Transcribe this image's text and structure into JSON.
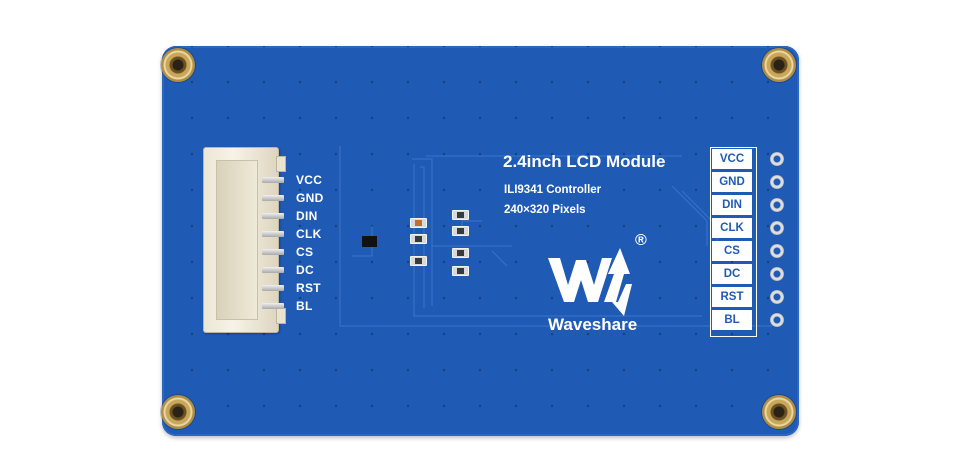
{
  "module": {
    "title": "2.4inch LCD Module",
    "controller": "ILI9341 Controller",
    "resolution": "240×320 Pixels",
    "brand": "Waveshare",
    "registered_mark": "®"
  },
  "connector_pins": [
    "VCC",
    "GND",
    "DIN",
    "CLK",
    "CS",
    "DC",
    "RST",
    "BL"
  ],
  "header_pins": [
    "VCC",
    "GND",
    "DIN",
    "CLK",
    "CS",
    "DC",
    "RST",
    "BL"
  ],
  "colors": {
    "pcb": "#1f5bb5",
    "silkscreen": "#ffffff",
    "background": "#ffffff"
  }
}
